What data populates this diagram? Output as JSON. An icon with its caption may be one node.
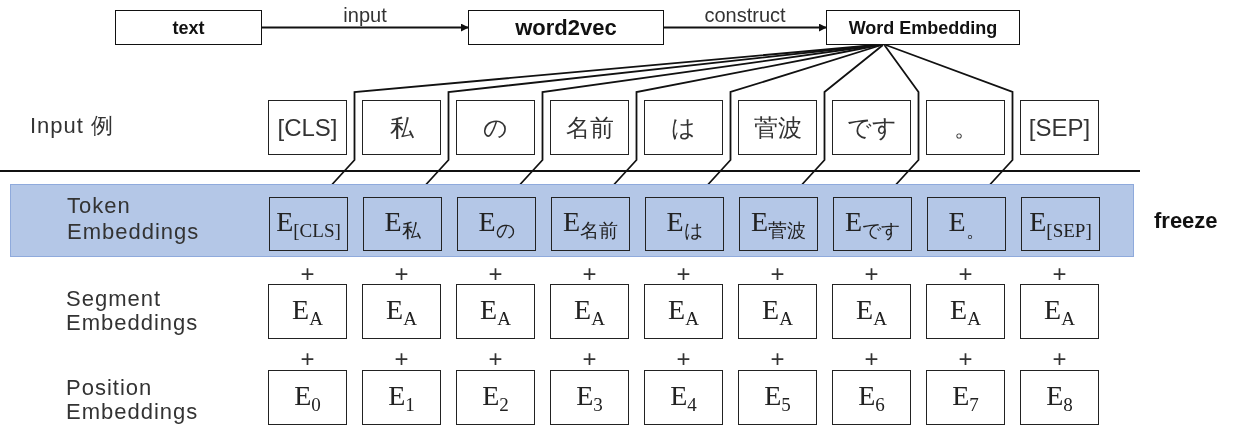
{
  "diagram": {
    "nodes": [
      {
        "text": [
          "text"
        ]
      },
      {
        "text": [
          "word2vec"
        ]
      },
      {
        "text": [
          "Word Embedding"
        ]
      },
      {
        "text": [
          "[CLS]"
        ]
      },
      {
        "text": [
          "私"
        ]
      },
      {
        "text": [
          "の"
        ]
      },
      {
        "text": [
          "名前"
        ]
      },
      {
        "text": [
          "は"
        ]
      },
      {
        "text": [
          "菅波"
        ]
      },
      {
        "text": [
          "です"
        ]
      },
      {
        "text": [
          "。"
        ]
      },
      {
        "text": [
          "[SEP]"
        ]
      },
      {
        "text": [
          "Token Embeddings"
        ],
        "beside": [
          "freeze"
        ]
      },
      {
        "text": [
          "E$_{[CLS]}$"
        ],
        "in": 12
      },
      {
        "text": [
          "E$_{私}$"
        ],
        "in": 12
      },
      {
        "text": [
          "E$_{の}$"
        ],
        "in": 12
      },
      {
        "text": [
          "E$_{名前}$"
        ],
        "in": 12
      },
      {
        "text": [
          "E$_{は}$"
        ],
        "in": 12
      },
      {
        "text": [
          "E$_{菅波}$"
        ],
        "in": 12
      },
      {
        "text": [
          "E$_{です}$"
        ],
        "in": 12
      },
      {
        "text": [
          "E$_{。}$"
        ],
        "in": 12
      },
      {
        "text": [
          "E$_{[SEP]}$"
        ],
        "in": 12
      },
      {
        "text": [
          "E$_{A}$"
        ]
      },
      {
        "text": [
          "E$_{A}$"
        ]
      },
      {
        "text": [
          "E$_{A}$"
        ]
      },
      {
        "text": [
          "E$_{A}$"
        ]
      },
      {
        "text": [
          "E$_{A}$"
        ]
      },
      {
        "text": [
          "E$_{A}$"
        ]
      },
      {
        "text": [
          "E$_{A}$"
        ]
      },
      {
        "text": [
          "E$_{A}$"
        ]
      },
      {
        "text": [
          "E$_{A}$"
        ]
      },
      {
        "text": [
          "E$_{0}$"
        ]
      },
      {
        "text": [
          "E$_{1}$"
        ]
      },
      {
        "text": [
          "E$_{2}$"
        ]
      },
      {
        "text": [
          "E$_{3}$"
        ]
      },
      {
        "text": [
          "E$_{4}$"
        ]
      },
      {
        "text": [
          "E$_{5}$"
        ]
      },
      {
        "text": [
          "E$_{6}$"
        ]
      },
      {
        "text": [
          "E$_{7}$"
        ]
      },
      {
        "text": [
          "E$_{8}$"
        ]
      }
    ],
    "edges": [
      {
        "from": 0,
        "to": 1,
        "arrow": "to",
        "label": "input"
      },
      {
        "from": 1,
        "to": 2,
        "arrow": "to",
        "label": "construct"
      },
      {
        "from": 2,
        "to": 13,
        "arrow": "to"
      },
      {
        "from": 2,
        "to": 14,
        "arrow": "to"
      },
      {
        "from": 2,
        "to": 15,
        "arrow": "to"
      },
      {
        "from": 2,
        "to": 16,
        "arrow": "to"
      },
      {
        "from": 2,
        "to": 17,
        "arrow": "to"
      },
      {
        "from": 2,
        "to": 18,
        "arrow": "to"
      },
      {
        "from": 2,
        "to": 19,
        "arrow": "to"
      },
      {
        "from": 2,
        "to": 20,
        "arrow": "to"
      }
    ],
    "labels": [
      "Input 例",
      "+",
      "+",
      "+",
      "+",
      "+",
      "+",
      "+",
      "+",
      "+",
      "Segment Embeddings",
      "+",
      "+",
      "+",
      "+",
      "+",
      "+",
      "+",
      "+",
      "+",
      "Position Embeddings"
    ]
  }
}
